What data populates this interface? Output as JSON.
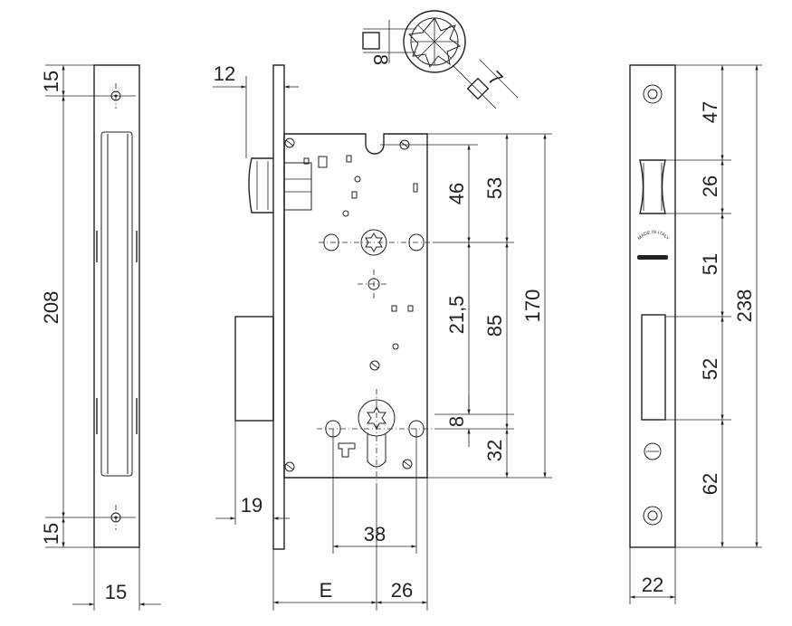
{
  "diagram": {
    "subject": "mortise lock dimensional drawing",
    "views": {
      "front_plate": {
        "dimensions": {
          "top_offset": "15",
          "height": "208",
          "bottom_offset": "15",
          "width": "15"
        }
      },
      "lock_body": {
        "dimensions": {
          "plate_thickness": "12",
          "spindle_to_top": "46",
          "body_top": "53",
          "follower_to_key": "21,5",
          "center_to_center": "85",
          "body_height": "170",
          "key_offset": "8",
          "key_to_bottom": "32",
          "bolt_projection": "19",
          "screw_spacing": "38",
          "backset": "E",
          "key_to_edge": "26"
        }
      },
      "spindle_detail": {
        "dimensions": {
          "square_small": "8",
          "square_large": "7"
        }
      },
      "strike_plate": {
        "dimensions": {
          "top_segment": "47",
          "latch_window": "26",
          "middle_segment": "51",
          "bolt_window": "52",
          "bottom_segment": "62",
          "total_height": "238",
          "width": "22"
        },
        "stamp": "MADE IN ITALY"
      }
    }
  }
}
